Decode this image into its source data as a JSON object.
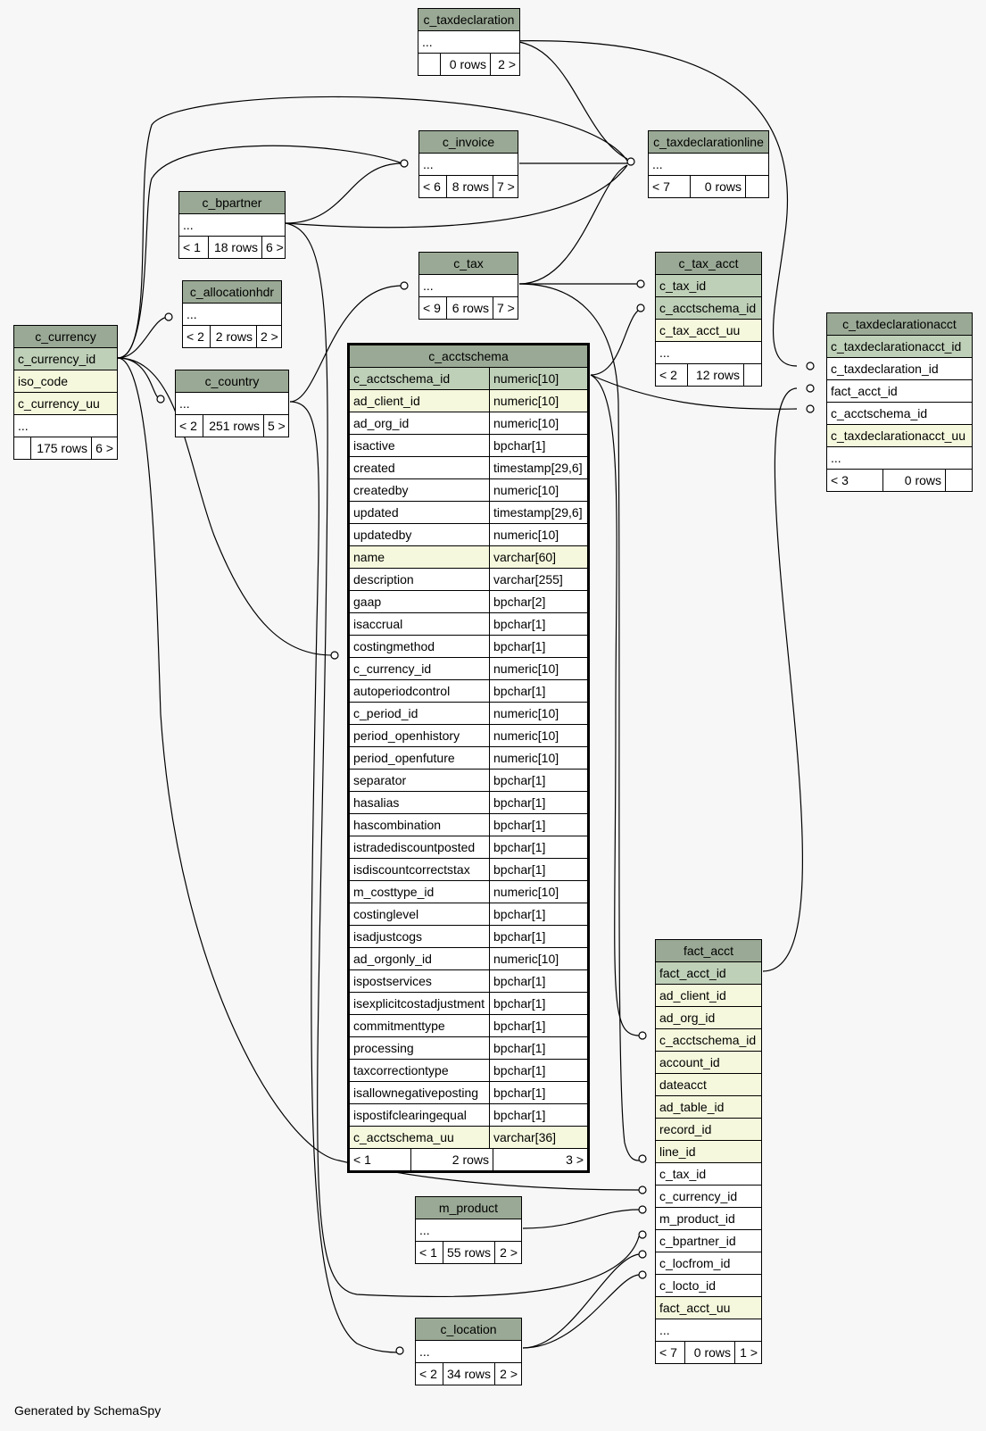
{
  "caption": "Generated by SchemaSpy",
  "tables": {
    "c_taxdeclaration": {
      "title": "c_taxdeclaration",
      "rows": [
        "..."
      ],
      "foot": [
        "",
        "0 rows",
        "2 >"
      ]
    },
    "c_invoice": {
      "title": "c_invoice",
      "rows": [
        "..."
      ],
      "foot": [
        "< 6",
        "8 rows",
        "7 >"
      ]
    },
    "c_taxdeclarationline": {
      "title": "c_taxdeclarationline",
      "rows": [
        "..."
      ],
      "foot": [
        "< 7",
        "0 rows",
        ""
      ]
    },
    "c_bpartner": {
      "title": "c_bpartner",
      "rows": [
        "..."
      ],
      "foot": [
        "< 1",
        "18 rows",
        "6 >"
      ]
    },
    "c_tax": {
      "title": "c_tax",
      "rows": [
        "..."
      ],
      "foot": [
        "< 9",
        "6 rows",
        "7 >"
      ]
    },
    "c_tax_acct": {
      "title": "c_tax_acct",
      "rows": [
        "c_tax_id",
        "c_acctschema_id",
        "c_tax_acct_uu",
        "..."
      ],
      "foot": [
        "< 2",
        "12 rows",
        ""
      ]
    },
    "c_allocationhdr": {
      "title": "c_allocationhdr",
      "rows": [
        "..."
      ],
      "foot": [
        "< 2",
        "2 rows",
        "2 >"
      ]
    },
    "c_currency": {
      "title": "c_currency",
      "rows": [
        "c_currency_id",
        "iso_code",
        "c_currency_uu",
        "..."
      ],
      "foot": [
        "",
        "175 rows",
        "6 >"
      ]
    },
    "c_country": {
      "title": "c_country",
      "rows": [
        "..."
      ],
      "foot": [
        "< 2",
        "251 rows",
        "5 >"
      ]
    },
    "c_taxdeclarationacct": {
      "title": "c_taxdeclarationacct",
      "rows": [
        "c_taxdeclarationacct_id",
        "c_taxdeclaration_id",
        "fact_acct_id",
        "c_acctschema_id",
        "c_taxdeclarationacct_uu",
        "..."
      ],
      "foot": [
        "< 3",
        "0 rows",
        ""
      ]
    },
    "fact_acct": {
      "title": "fact_acct",
      "rows": [
        "fact_acct_id",
        "ad_client_id",
        "ad_org_id",
        "c_acctschema_id",
        "account_id",
        "dateacct",
        "ad_table_id",
        "record_id",
        "line_id",
        "c_tax_id",
        "c_currency_id",
        "m_product_id",
        "c_bpartner_id",
        "c_locfrom_id",
        "c_locto_id",
        "fact_acct_uu",
        "..."
      ],
      "foot": [
        "< 7",
        "0 rows",
        "1 >"
      ]
    },
    "m_product": {
      "title": "m_product",
      "rows": [
        "..."
      ],
      "foot": [
        "< 1",
        "55 rows",
        "2 >"
      ]
    },
    "c_location": {
      "title": "c_location",
      "rows": [
        "..."
      ],
      "foot": [
        "< 2",
        "34 rows",
        "2 >"
      ]
    },
    "c_acctschema": {
      "title": "c_acctschema",
      "columns": [
        [
          "c_acctschema_id",
          "numeric[10]"
        ],
        [
          "ad_client_id",
          "numeric[10]"
        ],
        [
          "ad_org_id",
          "numeric[10]"
        ],
        [
          "isactive",
          "bpchar[1]"
        ],
        [
          "created",
          "timestamp[29,6]"
        ],
        [
          "createdby",
          "numeric[10]"
        ],
        [
          "updated",
          "timestamp[29,6]"
        ],
        [
          "updatedby",
          "numeric[10]"
        ],
        [
          "name",
          "varchar[60]"
        ],
        [
          "description",
          "varchar[255]"
        ],
        [
          "gaap",
          "bpchar[2]"
        ],
        [
          "isaccrual",
          "bpchar[1]"
        ],
        [
          "costingmethod",
          "bpchar[1]"
        ],
        [
          "c_currency_id",
          "numeric[10]"
        ],
        [
          "autoperiodcontrol",
          "bpchar[1]"
        ],
        [
          "c_period_id",
          "numeric[10]"
        ],
        [
          "period_openhistory",
          "numeric[10]"
        ],
        [
          "period_openfuture",
          "numeric[10]"
        ],
        [
          "separator",
          "bpchar[1]"
        ],
        [
          "hasalias",
          "bpchar[1]"
        ],
        [
          "hascombination",
          "bpchar[1]"
        ],
        [
          "istradediscountposted",
          "bpchar[1]"
        ],
        [
          "isdiscountcorrectstax",
          "bpchar[1]"
        ],
        [
          "m_costtype_id",
          "numeric[10]"
        ],
        [
          "costinglevel",
          "bpchar[1]"
        ],
        [
          "isadjustcogs",
          "bpchar[1]"
        ],
        [
          "ad_orgonly_id",
          "numeric[10]"
        ],
        [
          "ispostservices",
          "bpchar[1]"
        ],
        [
          "isexplicitcostadjustment",
          "bpchar[1]"
        ],
        [
          "commitmenttype",
          "bpchar[1]"
        ],
        [
          "processing",
          "bpchar[1]"
        ],
        [
          "taxcorrectiontype",
          "bpchar[1]"
        ],
        [
          "isallownegativeposting",
          "bpchar[1]"
        ],
        [
          "ispostifclearingequal",
          "bpchar[1]"
        ],
        [
          "c_acctschema_uu",
          "varchar[36]"
        ]
      ],
      "foot": [
        "< 1",
        "2 rows",
        "3 >"
      ]
    }
  }
}
